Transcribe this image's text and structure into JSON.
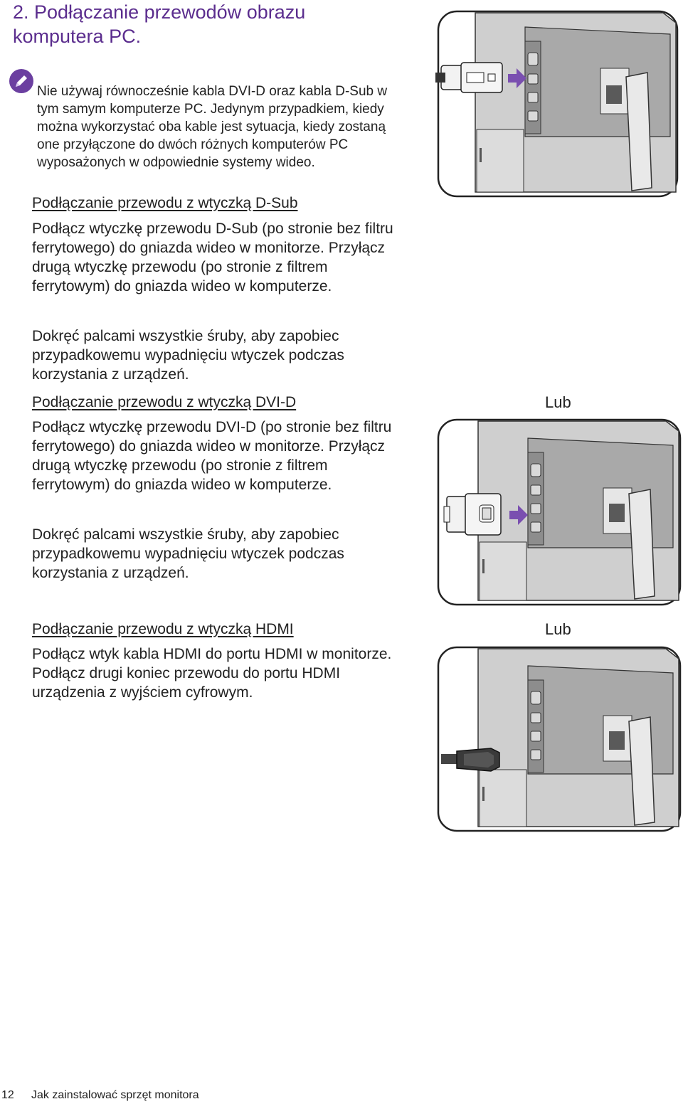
{
  "page": {
    "title": "2. Podłączanie przewodów obrazu komputera PC.",
    "note": {
      "icon": "pencil-note-icon",
      "text": "Nie używaj równocześnie kabla DVI-D oraz kabla D-Sub w tym samym komputerze PC. Jedynym przypadkiem, kiedy można wykorzystać oba kable jest sytuacja, kiedy zostaną one przyłączone do dwóch różnych komputerów PC wyposażonych w odpowiednie systemy wideo."
    },
    "sections": [
      {
        "heading": "Podłączanie przewodu z wtyczką D-Sub",
        "para1": "Podłącz wtyczkę przewodu D-Sub (po stronie bez filtru ferrytowego) do gniazda wideo w monitorze. Przyłącz drugą wtyczkę przewodu (po stronie z filtrem ferrytowym) do gniazda wideo w komputerze.",
        "para2": "Dokręć palcami wszystkie śruby, aby zapobiec przypadkowemu wypadnięciu wtyczek podczas korzystania z urządzeń."
      },
      {
        "heading": "Podłączanie przewodu z wtyczką DVI-D",
        "para1": "Podłącz wtyczkę przewodu DVI-D (po stronie bez filtru ferrytowego) do gniazda wideo w monitorze. Przyłącz drugą wtyczkę przewodu (po stronie z filtrem ferrytowym) do gniazda wideo w komputerze.",
        "para2": "Dokręć palcami wszystkie śruby, aby zapobiec przypadkowemu wypadnięciu wtyczek podczas korzystania z urządzeń."
      },
      {
        "heading": "Podłączanie przewodu z wtyczką HDMI",
        "para1": "Podłącz wtyk kabla HDMI do portu HDMI w monitorze. Podłącz drugi koniec przewodu do portu HDMI urządzenia z wyjściem cyfrowym."
      }
    ],
    "or_label_1": "Lub",
    "or_label_2": "Lub",
    "footer": {
      "page_number": "12",
      "chapter": "Jak zainstalować sprzęt monitora"
    },
    "colors": {
      "title": "#5b2d8e",
      "icon": "#6b3fa0",
      "arrow": "#7a4fb0",
      "monitor_panel": "#c9c9c9",
      "monitor_dark": "#8a8a8a"
    }
  }
}
